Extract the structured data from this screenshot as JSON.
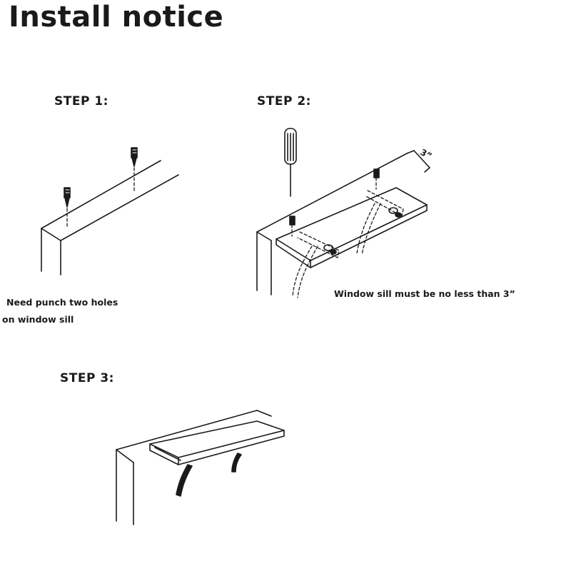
{
  "title": "Install notice",
  "steps": [
    {
      "label": "STEP  1:",
      "caption_lines": [
        "Need punch two holes",
        "on window sill"
      ]
    },
    {
      "label": "STEP  2:",
      "caption_lines": [
        "Window sill  must be no less than 3”"
      ],
      "dimension_label": "3”"
    },
    {
      "label": "STEP  3:",
      "caption_lines": []
    }
  ],
  "icons": {
    "screw": "screw-icon",
    "screwdriver": "screwdriver-icon",
    "window_sill": "window-sill-illustration",
    "shelf": "shelf-illustration",
    "bracket": "bracket-illustration"
  }
}
